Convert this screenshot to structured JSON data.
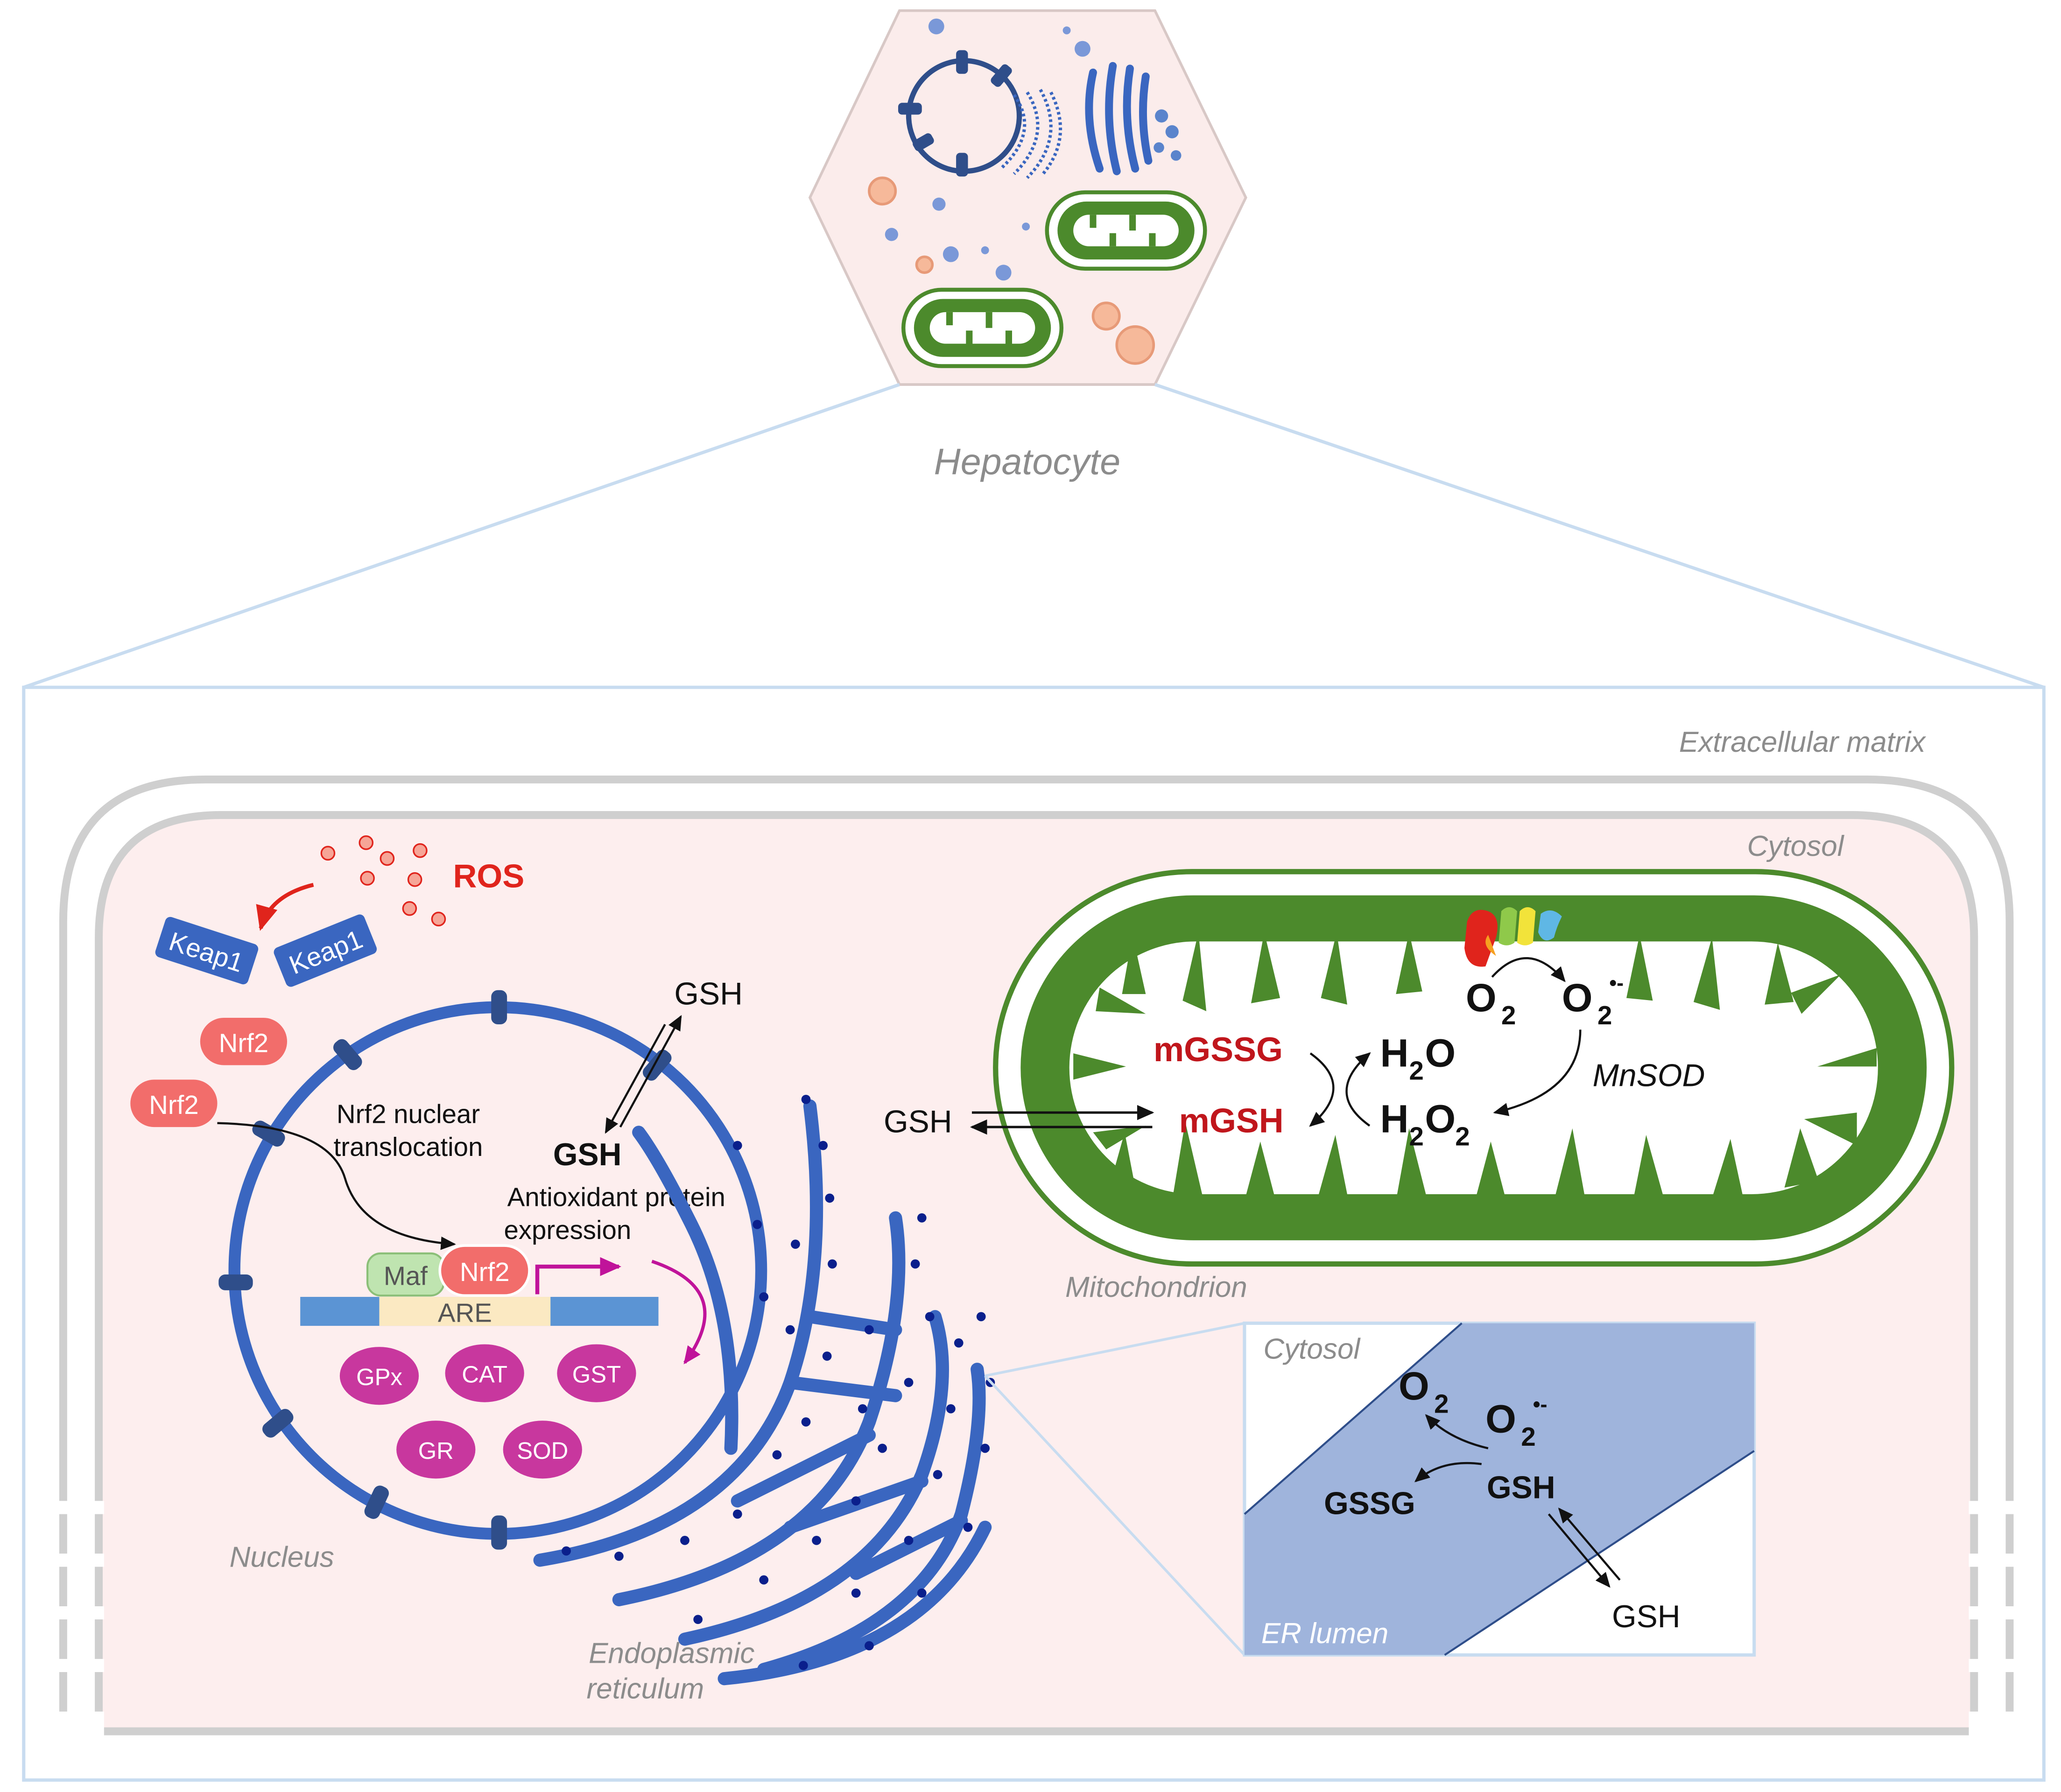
{
  "hepatocyte_label": "Hepatocyte",
  "extracellular_label": "Extracellular matrix",
  "cytosol_label": "Cytosol",
  "nucleus": {
    "label": "Nucleus",
    "translocation": [
      "Nrf2 nuclear",
      "translocation"
    ],
    "gsh_inside": "GSH",
    "gsh_outside": "GSH",
    "antioxidant": [
      "Antioxidant protein",
      "expression"
    ],
    "maf": "Maf",
    "nrf2": "Nrf2",
    "are": "ARE",
    "enzymes": [
      "GPx",
      "CAT",
      "GST",
      "GR",
      "SOD"
    ]
  },
  "ros": {
    "label": "ROS"
  },
  "keap1": [
    "Keap1",
    "Keap1"
  ],
  "nrf2_cyto": [
    "Nrf2",
    "Nrf2"
  ],
  "er_label": [
    "Endoplasmic",
    "reticulum"
  ],
  "mitochondrion": {
    "label": "Mitochondrion",
    "o2": "O",
    "o2_sub": "2",
    "o2rad": "O",
    "o2rad_sub": "2",
    "o2rad_sup": "•-",
    "mgssg": "mGSSG",
    "mgsh": "mGSH",
    "h2o_a": "H",
    "h2o_sub": "2",
    "h2o_b": "O",
    "h2o2_a": "H",
    "h2o2_sub1": "2",
    "h2o2_b": "O",
    "h2o2_sub2": "2",
    "mnsod": "MnSOD",
    "gsh_cyto": "GSH"
  },
  "inset": {
    "cytosol": "Cytosol",
    "lumen": "ER lumen",
    "o2": "O",
    "o2_sub": "2",
    "o2rad": "O",
    "o2rad_sub": "2",
    "o2rad_sup": "•-",
    "gssg": "GSSG",
    "gsh": "GSH",
    "gsh_lumen": "GSH"
  },
  "colors": {
    "membrane_blue": "#3a66c0",
    "mito_green": "#4c8a2c",
    "nrf2": "#f26d6b",
    "keap1": "#3a66c0",
    "enzyme": "#c8379e",
    "ros": "#f08070",
    "cell_fill": "#fdeeee",
    "ecm_line": "#c8dcf0"
  }
}
